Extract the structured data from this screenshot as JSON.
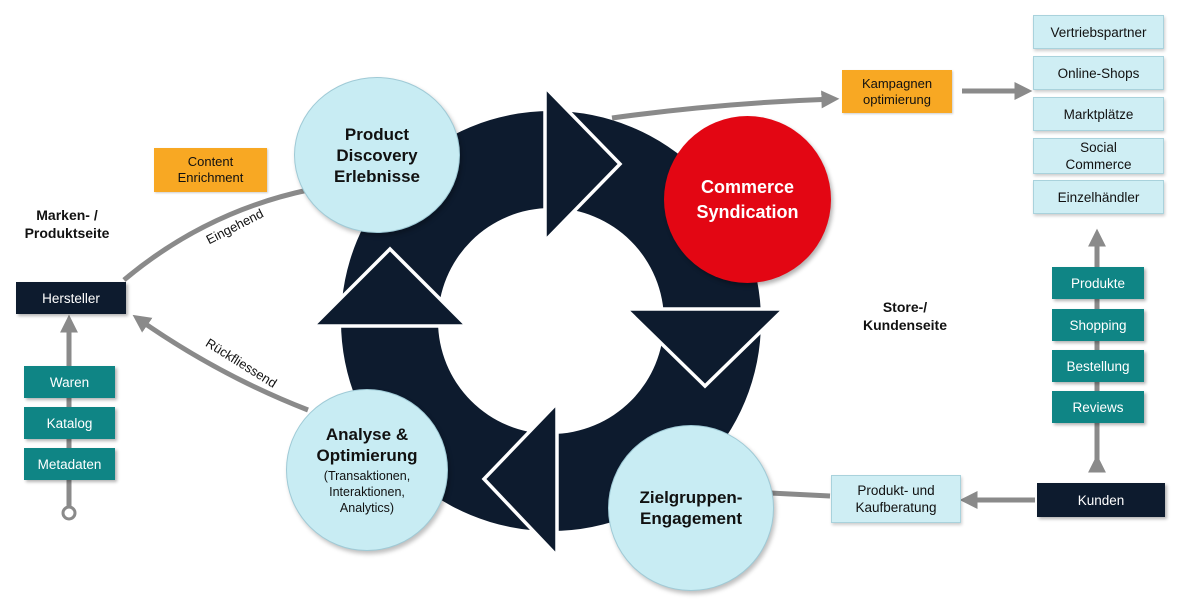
{
  "cycle_nodes": {
    "discovery": {
      "title": "Product Discovery Erlebnisse"
    },
    "syndication": {
      "title": "Commerce Syndication"
    },
    "engagement": {
      "title": "Zielgruppen-Engagement"
    },
    "analyse": {
      "title": "Analyse & Optimierung",
      "subtitle": "(Transaktionen, Interaktionen, Analytics)"
    }
  },
  "left_side": {
    "heading": "Marken- / Produktseite",
    "hersteller": "Hersteller",
    "stack": [
      "Waren",
      "Katalog",
      "Metadaten"
    ],
    "content_enrichment": "Content Enrichment",
    "edge_in": "Eingehend",
    "edge_back": "Rückfliessend"
  },
  "right_side": {
    "heading": "Store-/ Kundenseite",
    "kampagnen": "Kampagnen optimierung",
    "channels": [
      "Vertriebspartner",
      "Online-Shops",
      "Marktplätze",
      "Social Commerce",
      "Einzelhändler"
    ],
    "flow": [
      "Produkte",
      "Shopping",
      "Bestellung",
      "Reviews"
    ],
    "kunden": "Kunden",
    "beratung": "Produkt- und Kaufberatung"
  },
  "colors": {
    "navy": "#0d1b2e",
    "teal": "#0f8585",
    "red": "#e30613",
    "orange": "#f8a823",
    "light_blue": "#c8ecf3",
    "arrow_gray": "#8a8a8a"
  }
}
